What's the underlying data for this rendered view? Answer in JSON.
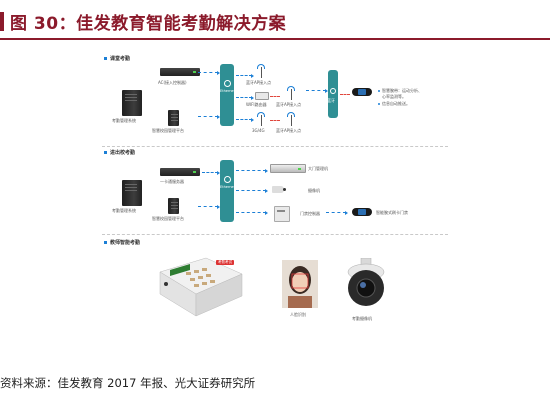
{
  "header": {
    "title": "图 30：佳发教育智能考勤解决方案"
  },
  "figure": {
    "section1": {
      "label": "课堂考勤",
      "server_label": "考勤管理系统",
      "ac_label": "AC(接入控制器)",
      "platform_label": "智慧校园管理平台",
      "hub_text": "Ethernet",
      "ap_label_1": "蓝牙AP接入点",
      "wifi_label": "WIFI路由器",
      "ap_label_2": "蓝牙AP接入点",
      "cellular_label": "3G/4G",
      "ap_label_3": "蓝牙AP接入点",
      "reader_text": "蓝牙",
      "bullets": [
        "智慧腕带：运动分析、",
        "心率监测等。",
        "信息自动推送。"
      ]
    },
    "section2": {
      "label": "进出校考勤",
      "server_label": "考勤管理系统",
      "card_server_label": "一卡通服务器",
      "platform_label": "智慧校园管理平台",
      "hub_text": "Ethernet",
      "device_1": "大门管理机",
      "device_2": "摄像机",
      "device_3": "门禁控制器",
      "band_note": "智能腕式刷卡门禁"
    },
    "section3": {
      "label": "教师智能考勤",
      "classroom_banner": "考勤考试",
      "face_caption": "人脸识别",
      "camera_caption": "考勤摄像机"
    }
  },
  "footer": {
    "source": "资料来源：佳发教育 2017 年报、光大证券研究所"
  },
  "colors": {
    "brand": "#8b1a2b",
    "hub_teal": "#2f8f94",
    "accent_blue": "#1c7fd6"
  }
}
